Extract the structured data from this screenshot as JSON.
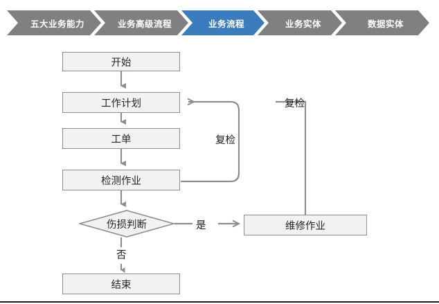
{
  "breadcrumb": {
    "items": [
      {
        "label": "五大业务能力",
        "state": "inactive"
      },
      {
        "label": "业务高级流程",
        "state": "inactive"
      },
      {
        "label": "业务流程",
        "state": "active"
      },
      {
        "label": "业务实体",
        "state": "inactive"
      },
      {
        "label": "数据实体",
        "state": "inactive"
      }
    ],
    "colors": {
      "inactive_bg": "#808080",
      "active_bg": "#3a7cbe",
      "text": "#ffffff"
    }
  },
  "flowchart": {
    "nodes": {
      "start": "开始",
      "work_plan": "工作计划",
      "work_order": "工单",
      "inspection": "检测作业",
      "damage_decision": "伤损判断",
      "repair": "维修作业",
      "end": "结束"
    },
    "edge_labels": {
      "recheck_inner": "复检",
      "recheck_outer": "复检",
      "yes": "是",
      "no": "否"
    },
    "colors": {
      "node_fill": "#f2f2f2",
      "node_border": "#8c8c8c",
      "connector": "#8c8c8c",
      "text": "#262626"
    }
  }
}
